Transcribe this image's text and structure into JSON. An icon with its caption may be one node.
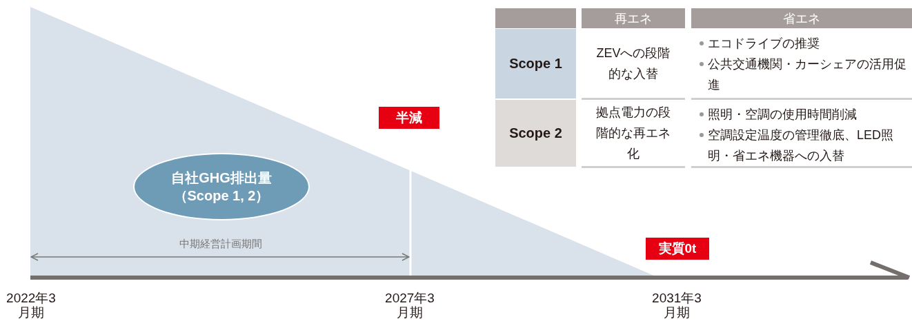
{
  "diagram": {
    "nodes": [
      {
        "text": [
          "自社GHG排出量（Scope 1, 2）"
        ]
      },
      {
        "text": [
          "半減"
        ]
      },
      {
        "text": [
          "実質0t"
        ]
      }
    ],
    "labels": [
      "再エネ",
      "省エネ",
      "Scope 1",
      "ZEVへの段階的な入替",
      "エコドライブの推奨",
      "公共交通機関・カーシェアの活用促進",
      "Scope 2",
      "拠点電力の段階的な再エネ化",
      "照明・空調の使用時間削減",
      "空調設定温度の管理徹底、LED照明・省エネ機器への入替",
      "中期経営計画期間",
      "2022年3月期",
      "2027年3月期",
      "2031年3月期"
    ]
  }
}
